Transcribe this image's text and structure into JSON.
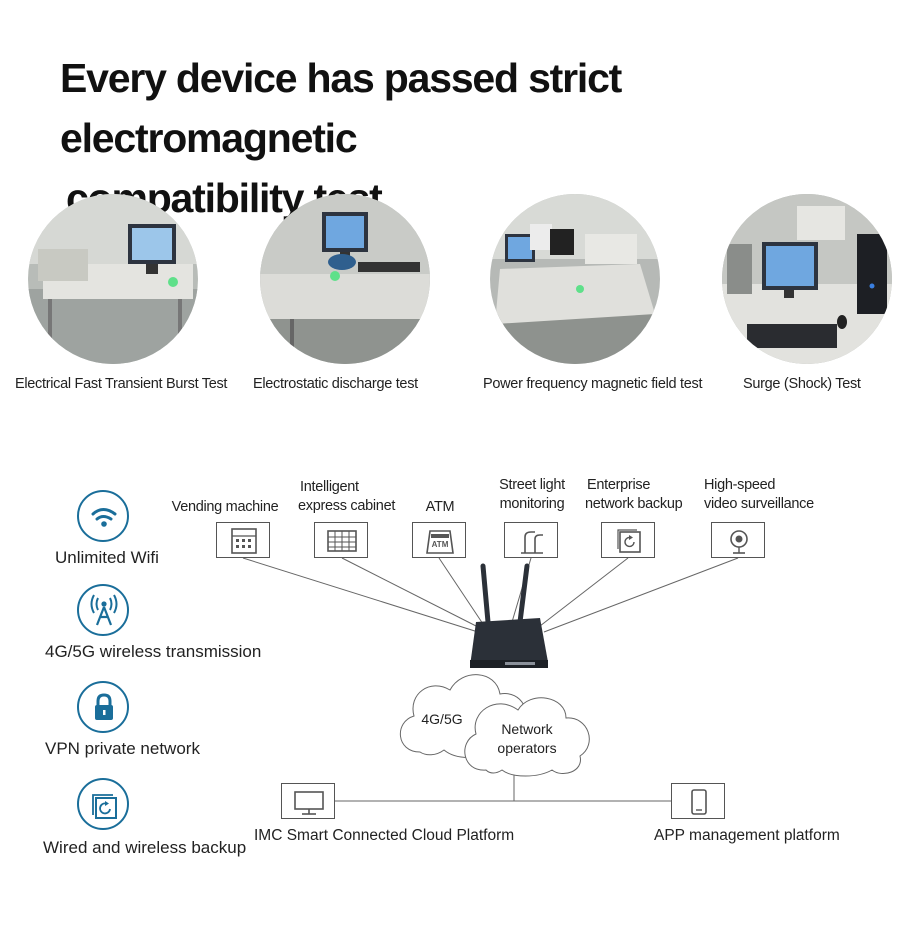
{
  "headline": {
    "line1": "Every device has passed strict electromagnetic",
    "line2": "compatibility test"
  },
  "tests": [
    {
      "caption": "Electrical Fast Transient Burst Test"
    },
    {
      "caption": "Electrostatic discharge test"
    },
    {
      "caption": "Power frequency magnetic field test"
    },
    {
      "caption": "Surge (Shock) Test"
    }
  ],
  "features": [
    {
      "label": "Unlimited Wifi",
      "icon": "wifi-icon"
    },
    {
      "label": "4G/5G wireless transmission",
      "icon": "antenna-icon"
    },
    {
      "label": "VPN private network",
      "icon": "lock-icon"
    },
    {
      "label": "Wired and wireless backup",
      "icon": "backup-icon"
    }
  ],
  "devices": {
    "vending": {
      "label": "Vending machine"
    },
    "cabinet": {
      "line1": "Intelligent",
      "line2": "express cabinet"
    },
    "atm": {
      "label": "ATM",
      "icon_text": "ATM"
    },
    "streetlight": {
      "line1": "Street light",
      "line2": "monitoring"
    },
    "enterprise": {
      "line1": "Enterprise",
      "line2": "network backup"
    },
    "surveillance": {
      "line1": "High-speed",
      "line2": "video surveillance"
    }
  },
  "clouds": {
    "left": "4G/5G",
    "right_line1": "Network",
    "right_line2": "operators"
  },
  "platforms": {
    "cloud": "IMC Smart Connected Cloud Platform",
    "app": "APP management platform"
  },
  "colors": {
    "accent": "#1a6e9a",
    "line": "#555555",
    "router": "#2b3038"
  }
}
